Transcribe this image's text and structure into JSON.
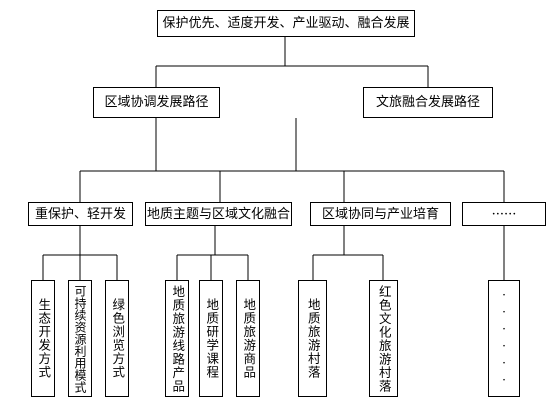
{
  "root": {
    "label": "保护优先、适度开发、产业驱动、融合发展"
  },
  "paths": {
    "regional": "区域协调发展路径",
    "culture_tourism": "文旅融合发展路径"
  },
  "categories": {
    "protection": "重保护、轻开发",
    "geo_theme": "地质主题与区域文化融合",
    "industry": "区域协同与产业培育",
    "more": "······"
  },
  "leaves": {
    "eco_dev": "生态开发方式",
    "sustainable": "可持续资源利用模式",
    "green_tour": "绿色浏览方式",
    "route_products": "地质旅游线路产品",
    "study_course": "地质研学课程",
    "geo_goods": "地质旅游商品",
    "geo_village": "地质旅游村落",
    "red_village": "红色文化旅游村落",
    "more": "······"
  }
}
